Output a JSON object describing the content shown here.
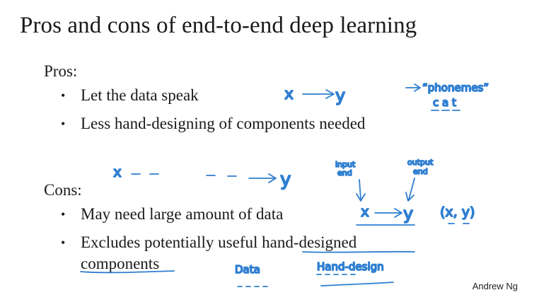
{
  "slide": {
    "title": "Pros and cons of end-to-end deep learning",
    "pros_label": "Pros:",
    "pros": [
      "Let the data speak",
      "Less hand-designing of components needed"
    ],
    "cons_label": "Cons:",
    "cons": [
      "May need large amount of data",
      "Excludes potentially useful hand-designed",
      "components"
    ],
    "author": "Andrew Ng"
  },
  "annotations": {
    "x": "x",
    "y": "y",
    "xy_pair": "(x, y)",
    "phonemes": "“phonemes”",
    "cat": "c a t",
    "input_end_1": "input",
    "input_end_2": "end",
    "output_end_1": "output",
    "output_end_2": "end",
    "data": "Data",
    "hand_design": "Hand-design",
    "ink_color": "#2f7fd1"
  }
}
